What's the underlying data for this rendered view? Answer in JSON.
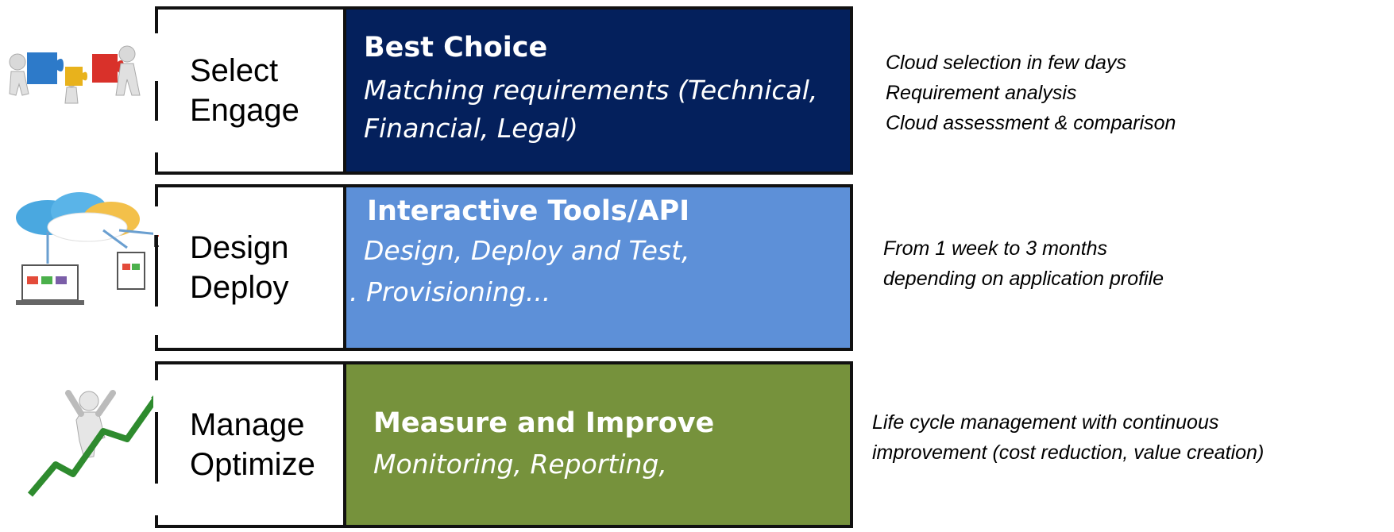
{
  "rows": [
    {
      "label": [
        "Select",
        "Engage"
      ],
      "panel_title": "Best Choice",
      "panel_sub": [
        "Matching requirements (Technical,",
        "Financial, Legal)"
      ],
      "panel_color": "#04205C",
      "desc": [
        "Cloud selection in few days",
        "Requirement analysis",
        "Cloud assessment  & comparison"
      ]
    },
    {
      "label": [
        "Design",
        "Deploy"
      ],
      "panel_title": "Interactive Tools/API",
      "panel_sub": [
        "Design, Deploy and Test,",
        ". Provisioning..."
      ],
      "panel_color": "#5D90D8",
      "desc": [
        "From 1 week to 3 months",
        "depending on application profile"
      ]
    },
    {
      "label": [
        "Manage",
        "Optimize"
      ],
      "panel_title": "Measure and Improve",
      "panel_sub": [
        "Monitoring, Reporting,"
      ],
      "panel_color": "#76923C",
      "desc": [
        "Life cycle management with continuous",
        "improvement  (cost reduction, value creation)"
      ]
    }
  ],
  "icons": [
    "puzzle-people-icon",
    "cloud-devices-icon",
    "growth-arrow-person-icon"
  ]
}
